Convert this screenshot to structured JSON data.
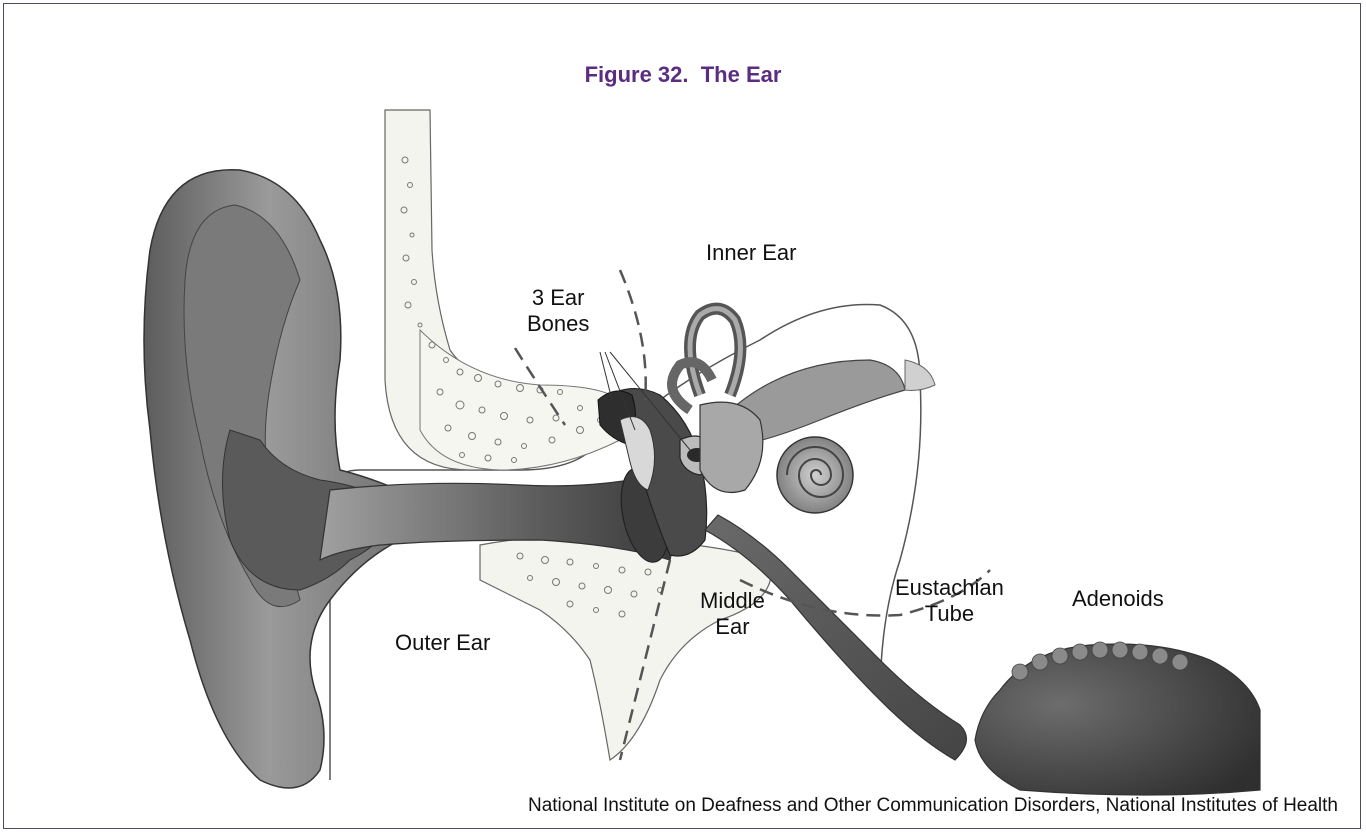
{
  "figure": {
    "title": "Figure 32.  The Ear"
  },
  "labels": {
    "inner_ear": "Inner Ear",
    "ear_bones_line1": "3 Ear",
    "ear_bones_line2": "Bones",
    "outer_ear": "Outer Ear",
    "middle_ear_line1": "Middle",
    "middle_ear_line2": "Ear",
    "eustachian_line1": "Eustachian",
    "eustachian_line2": "Tube",
    "adenoids": "Adenoids"
  },
  "credit": "National Institute on Deafness and Other Communication Disorders, National Institutes of Health",
  "colors": {
    "title": "#5b2c83",
    "frame": "#4a4a6a",
    "tissue": "#8a8a8a",
    "tissue_dark": "#3e3e3e",
    "bone": "#f4f4ee"
  }
}
